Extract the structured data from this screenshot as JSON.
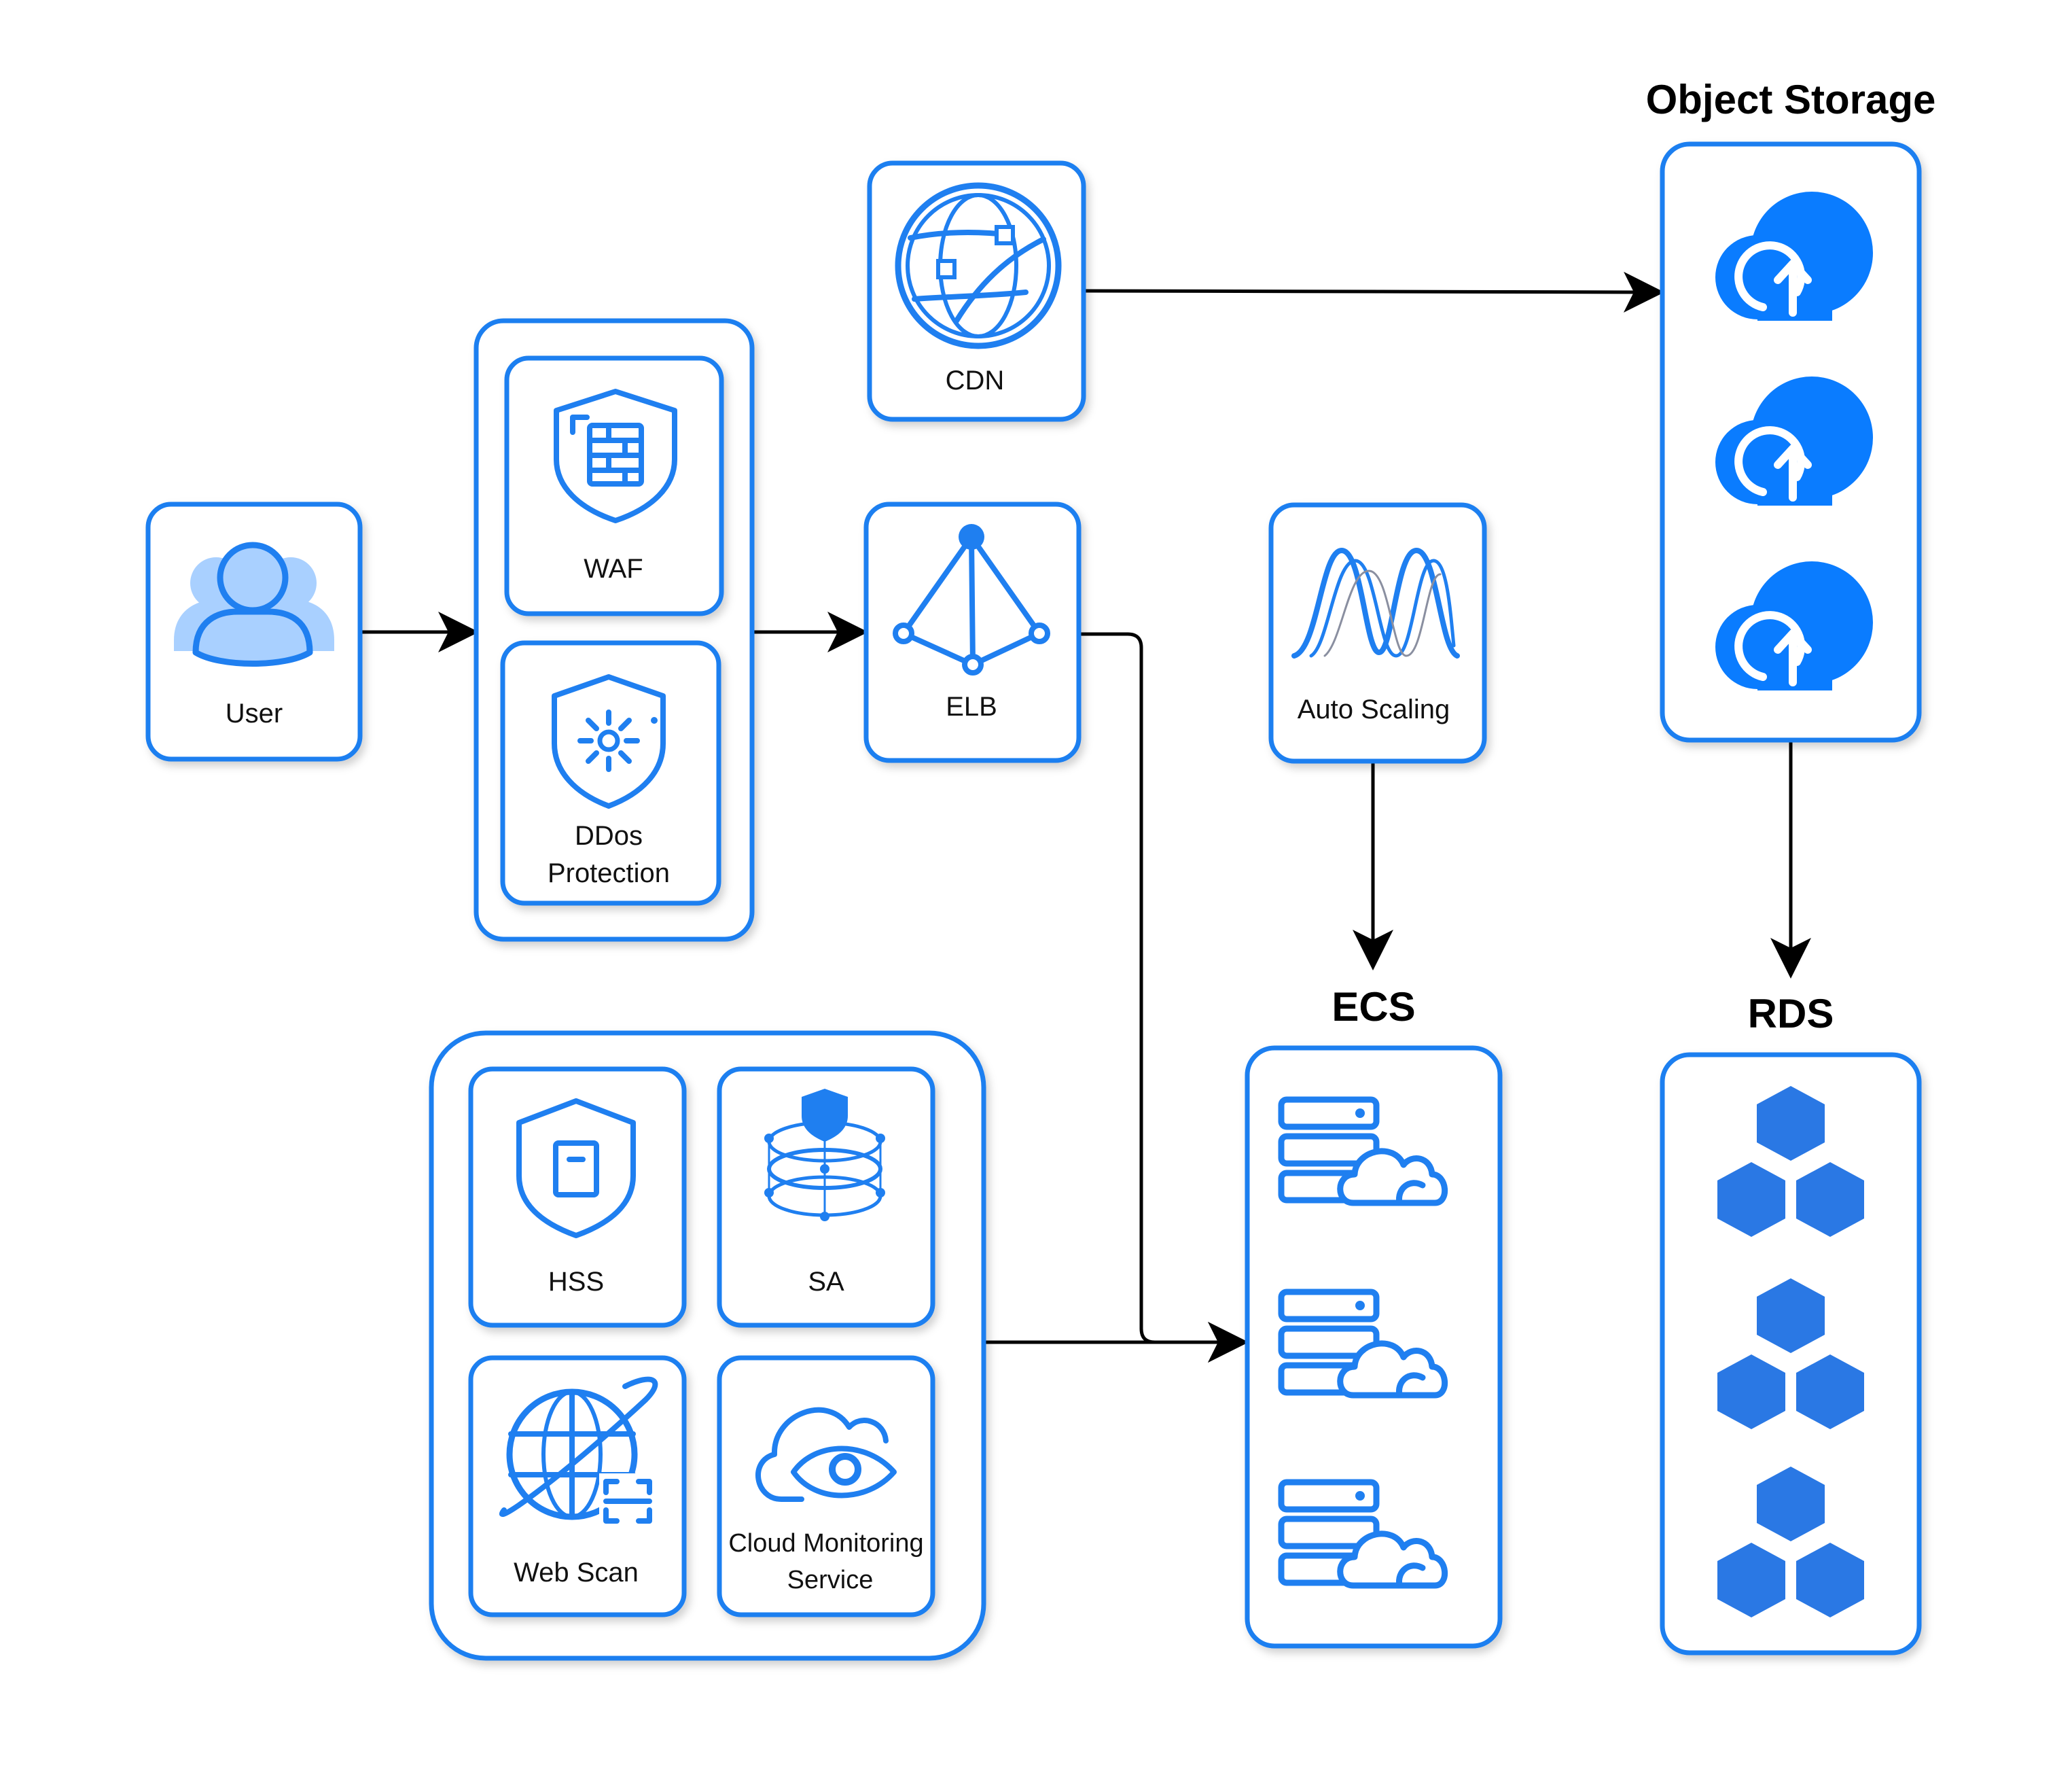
{
  "colors": {
    "accent": "#1f7ff0",
    "fill": "#0a7cff",
    "light": "#a9d0ff",
    "hex": "#2a78e4",
    "edge": "#000000"
  },
  "nodes": {
    "user": {
      "label": "User",
      "icon": "users-icon"
    },
    "waf": {
      "label": "WAF",
      "icon": "firewall-shield-icon"
    },
    "ddos": {
      "label_line1": "DDos",
      "label_line2": "Protection",
      "icon": "ddos-shield-icon"
    },
    "cdn": {
      "label": "CDN",
      "icon": "globe-network-icon"
    },
    "elb": {
      "label": "ELB",
      "icon": "load-balancer-icon"
    },
    "auto_scaling": {
      "label": "Auto Scaling",
      "icon": "waves-icon"
    },
    "hss": {
      "label": "HSS",
      "icon": "host-shield-icon"
    },
    "sa": {
      "label": "SA",
      "icon": "situation-awareness-icon"
    },
    "web_scan": {
      "label": "Web Scan",
      "icon": "globe-scan-icon"
    },
    "cms": {
      "label_line1": "Cloud Monitoring",
      "label_line2": "Service",
      "icon": "cloud-eye-icon"
    }
  },
  "groups": {
    "object_storage": {
      "title": "Object Storage",
      "icon": "cloud-upload-icon",
      "count": 3
    },
    "ecs": {
      "title": "ECS",
      "icon": "server-cloud-icon",
      "count": 3
    },
    "rds": {
      "title": "RDS",
      "icon": "hexagon-cluster-icon",
      "count": 3
    }
  },
  "edges": [
    {
      "from": "User",
      "to": "WAF / DDos Protection"
    },
    {
      "from": "WAF / DDos Protection",
      "to": "ELB"
    },
    {
      "from": "CDN",
      "to": "Object Storage"
    },
    {
      "from": "ELB",
      "to": "ECS"
    },
    {
      "from": "Auto Scaling",
      "to": "ECS"
    },
    {
      "from": "Object Storage",
      "to": "RDS"
    },
    {
      "from": "HSS / SA / Web Scan / Cloud Monitoring Service",
      "to": "ECS"
    }
  ]
}
